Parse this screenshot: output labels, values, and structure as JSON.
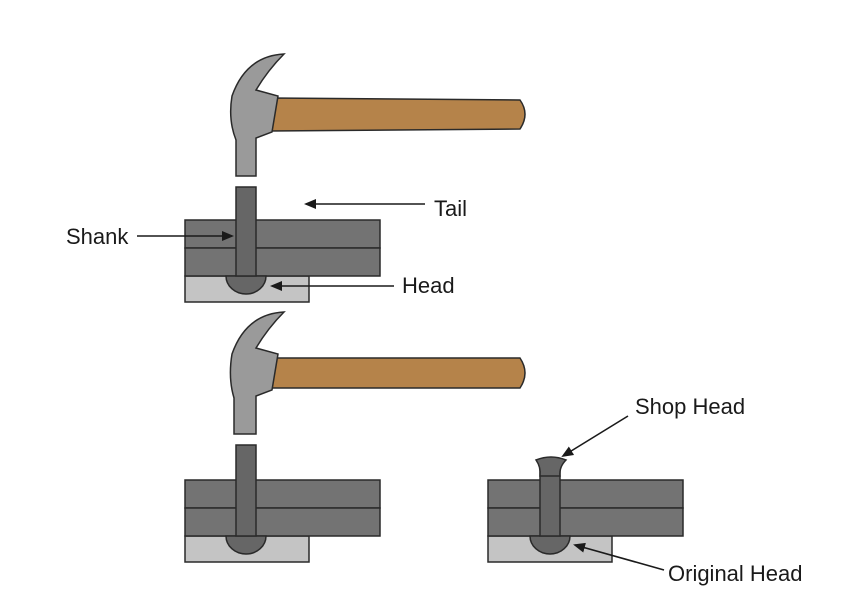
{
  "labels": {
    "tail": "Tail",
    "shank": "Shank",
    "head": "Head",
    "shop_head": "Shop Head",
    "original_head": "Original Head"
  },
  "colors": {
    "hammer_head": "#9a9a9a",
    "hammer_handle": "#b5834a",
    "plate": "#737373",
    "dolly": "#c4c4c4",
    "rivet": "#666666",
    "background": "#ffffff"
  },
  "icons": [
    "hammer-icon",
    "rivet-icon"
  ]
}
